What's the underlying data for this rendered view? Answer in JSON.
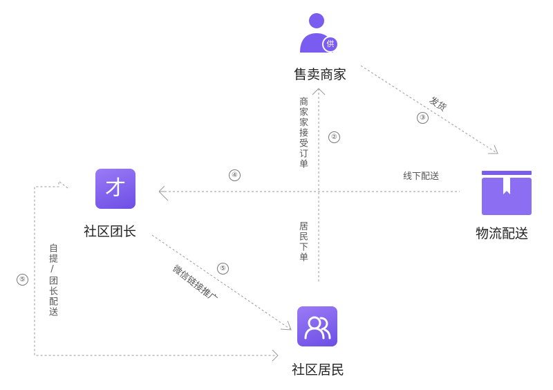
{
  "nodes": {
    "seller": {
      "label": "售卖商家",
      "badge": "供"
    },
    "leader": {
      "label": "社区团长",
      "glyph": "才"
    },
    "logistics": {
      "label": "物流配送"
    },
    "residents": {
      "label": "社区居民"
    }
  },
  "edges": {
    "ship": {
      "label": "发货",
      "num": "③"
    },
    "accept_order": {
      "label": "商家家接受订单",
      "num": "②"
    },
    "offline": {
      "label": "线下配送",
      "num": "④"
    },
    "resident_order": {
      "label": "居民下单"
    },
    "wechat": {
      "label": "微信链接推广",
      "num": "⑤"
    },
    "self_pickup": {
      "label": "自提/团长配送",
      "num": "⑤"
    }
  },
  "colors": {
    "accent": "#7b5cf0",
    "line": "#9a9a9a"
  },
  "icons": {
    "seller": "person-badge-icon",
    "leader": "talent-icon",
    "logistics": "box-icon",
    "residents": "users-icon"
  }
}
